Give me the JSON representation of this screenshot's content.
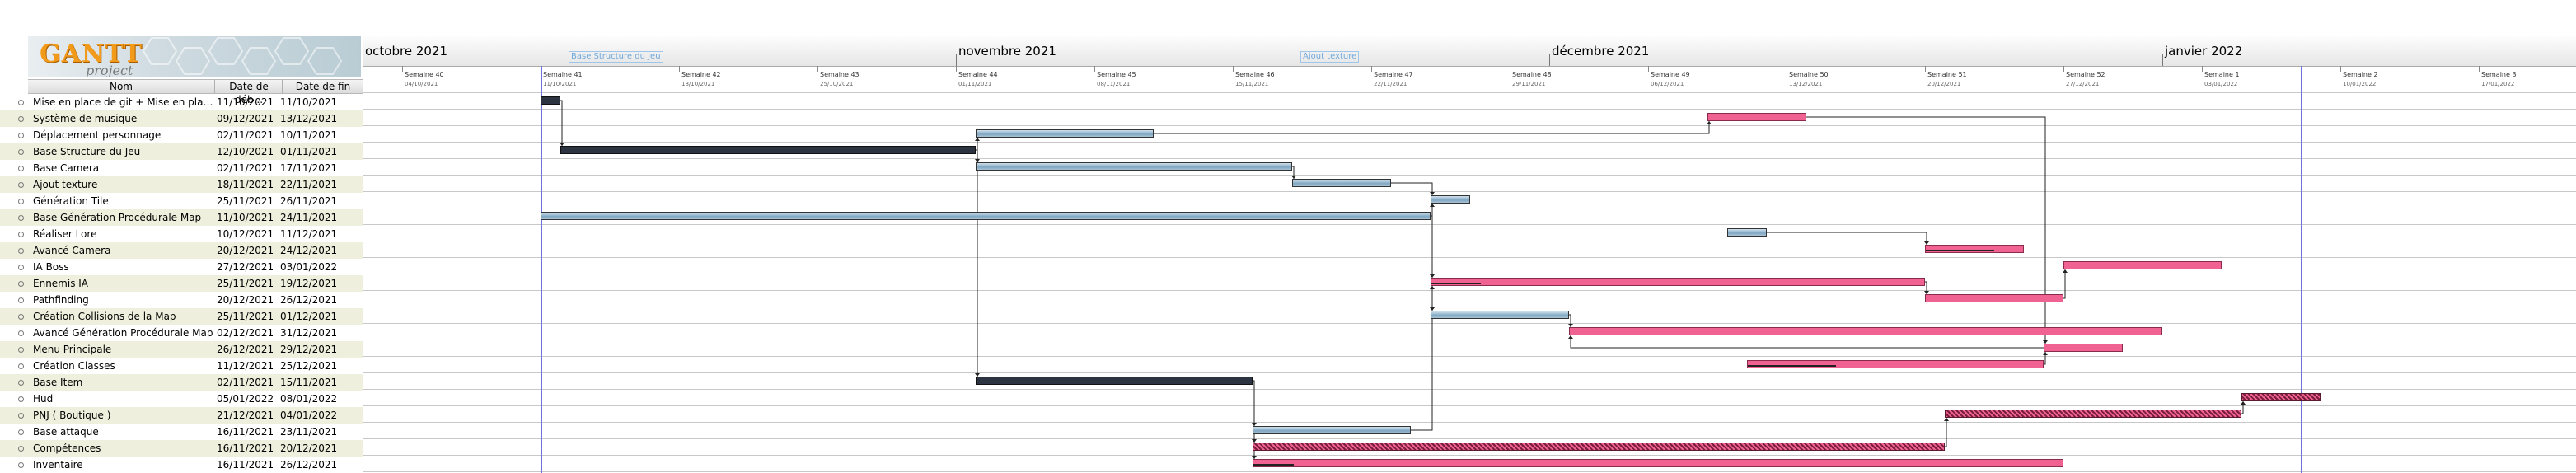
{
  "logo": {
    "text": "GANTT",
    "sub": "project"
  },
  "table": {
    "headers": {
      "name": "Nom",
      "start": "Date de déb...",
      "end": "Date de fin"
    },
    "rows": [
      {
        "name": "Mise en place de git + Mise en place de ...",
        "start": "11/10/2021",
        "end": "11/10/2021"
      },
      {
        "name": "Système de musique",
        "start": "09/12/2021",
        "end": "13/12/2021"
      },
      {
        "name": "Déplacement personnage",
        "start": "02/11/2021",
        "end": "10/11/2021"
      },
      {
        "name": "Base Structure du Jeu",
        "start": "12/10/2021",
        "end": "01/11/2021"
      },
      {
        "name": "Base Camera",
        "start": "02/11/2021",
        "end": "17/11/2021"
      },
      {
        "name": "Ajout texture",
        "start": "18/11/2021",
        "end": "22/11/2021"
      },
      {
        "name": "Génération Tile",
        "start": "25/11/2021",
        "end": "26/11/2021"
      },
      {
        "name": "Base Génération Procédurale Map",
        "start": "11/10/2021",
        "end": "24/11/2021"
      },
      {
        "name": "Réaliser Lore",
        "start": "10/12/2021",
        "end": "11/12/2021"
      },
      {
        "name": "Avancé Camera",
        "start": "20/12/2021",
        "end": "24/12/2021"
      },
      {
        "name": "IA Boss",
        "start": "27/12/2021",
        "end": "03/01/2022"
      },
      {
        "name": "Ennemis IA",
        "start": "25/11/2021",
        "end": "19/12/2021"
      },
      {
        "name": "Pathfinding",
        "start": "20/12/2021",
        "end": "26/12/2021"
      },
      {
        "name": "Création Collisions de la Map",
        "start": "25/11/2021",
        "end": "01/12/2021"
      },
      {
        "name": "Avancé Génération Procédurale Map",
        "start": "02/12/2021",
        "end": "31/12/2021"
      },
      {
        "name": "Menu Principale",
        "start": "26/12/2021",
        "end": "29/12/2021"
      },
      {
        "name": "Création Classes",
        "start": "11/12/2021",
        "end": "25/12/2021"
      },
      {
        "name": "Base Item",
        "start": "02/11/2021",
        "end": "15/11/2021"
      },
      {
        "name": "Hud",
        "start": "05/01/2022",
        "end": "08/01/2022"
      },
      {
        "name": "PNJ ( Boutique )",
        "start": "21/12/2021",
        "end": "04/01/2022"
      },
      {
        "name": "Base attaque",
        "start": "16/11/2021",
        "end": "23/11/2021"
      },
      {
        "name": "Compétences",
        "start": "16/11/2021",
        "end": "20/12/2021"
      },
      {
        "name": "Inventaire",
        "start": "16/11/2021",
        "end": "26/12/2021"
      }
    ]
  },
  "timeline": {
    "months": [
      "octobre 2021",
      "novembre 2021",
      "décembre 2021",
      "janvier 2022"
    ],
    "weeks": [
      {
        "label": "Semaine 40",
        "date": "04/10/2021"
      },
      {
        "label": "Semaine 41",
        "date": "11/10/2021"
      },
      {
        "label": "Semaine 42",
        "date": "18/10/2021"
      },
      {
        "label": "Semaine 43",
        "date": "25/10/2021"
      },
      {
        "label": "Semaine 44",
        "date": "01/11/2021"
      },
      {
        "label": "Semaine 45",
        "date": "08/11/2021"
      },
      {
        "label": "Semaine 46",
        "date": "15/11/2021"
      },
      {
        "label": "Semaine 47",
        "date": "22/11/2021"
      },
      {
        "label": "Semaine 48",
        "date": "29/11/2021"
      },
      {
        "label": "Semaine 49",
        "date": "06/12/2021"
      },
      {
        "label": "Semaine 50",
        "date": "13/12/2021"
      },
      {
        "label": "Semaine 51",
        "date": "20/12/2021"
      },
      {
        "label": "Semaine 52",
        "date": "27/12/2021"
      },
      {
        "label": "Semaine 1",
        "date": "03/01/2022"
      },
      {
        "label": "Semaine 2",
        "date": "10/01/2022"
      },
      {
        "label": "Semaine 3",
        "date": "17/01/2022"
      }
    ],
    "milestones": [
      "Base Structure du Jeu",
      "Ajout texture"
    ],
    "colors": {
      "blue": "#7fa6c2",
      "pink": "#f06292",
      "dark": "#2b3440",
      "marker": "#6d72e0"
    },
    "bar_styles": [
      "dark",
      "pink",
      "blue",
      "dark",
      "blue",
      "blue",
      "blue",
      "blue",
      "blue",
      "pink",
      "pink",
      "pink",
      "pink",
      "blue",
      "pink",
      "pink",
      "pink",
      "dark",
      "pink-hatch",
      "pink-hatch",
      "blue",
      "pink-hatch",
      "pink"
    ],
    "progress": [
      1,
      0,
      0,
      1,
      0,
      0,
      0,
      0,
      0,
      0.7,
      0,
      0.1,
      0,
      0,
      0,
      0,
      0.3,
      1,
      0,
      0,
      0,
      0,
      0.05
    ],
    "dependencies": [
      [
        0,
        3
      ],
      [
        3,
        2
      ],
      [
        3,
        4
      ],
      [
        3,
        17
      ],
      [
        4,
        5
      ],
      [
        5,
        6
      ],
      [
        7,
        6
      ],
      [
        6,
        11
      ],
      [
        6,
        13
      ],
      [
        13,
        14
      ],
      [
        2,
        1
      ],
      [
        8,
        9
      ],
      [
        11,
        12
      ],
      [
        12,
        10
      ],
      [
        16,
        15
      ],
      [
        15,
        14
      ],
      [
        1,
        15
      ],
      [
        17,
        20
      ],
      [
        17,
        21
      ],
      [
        17,
        22
      ],
      [
        21,
        19
      ],
      [
        19,
        18
      ],
      [
        20,
        11
      ]
    ]
  }
}
